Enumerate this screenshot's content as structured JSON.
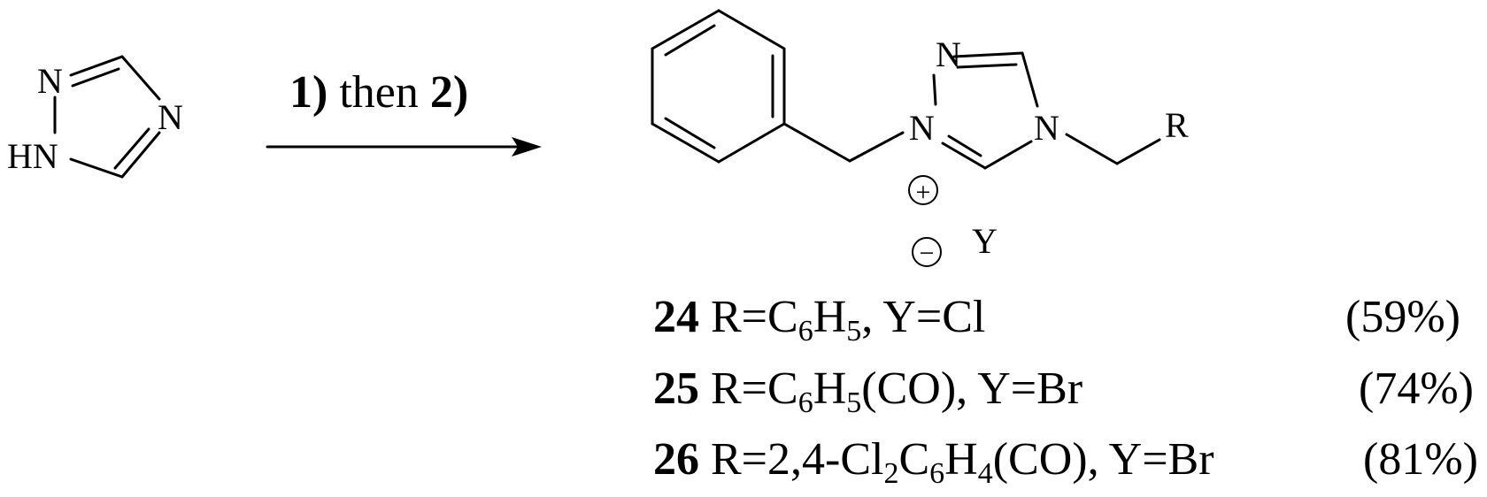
{
  "reactant": {
    "atoms": {
      "n1": "N",
      "n2": "N",
      "hn": "HN"
    }
  },
  "arrow": {
    "step1": "1)",
    "then": " then ",
    "step2": "2)"
  },
  "product": {
    "atoms": {
      "n_top": "N",
      "n_left": "N",
      "n_right": "N",
      "r": "R",
      "y": "Y"
    },
    "charges": {
      "plus": "+",
      "minus": "−"
    }
  },
  "compounds": [
    {
      "id": "24",
      "r_formula": "R=C",
      "sub1": "6",
      "mid": "H",
      "sub2": "5",
      "rest": ", Y=Cl",
      "yield": "(59%)"
    },
    {
      "id": "25",
      "r_formula": "R=C",
      "sub1": "6",
      "mid": "H",
      "sub2": "5",
      "rest": "(CO), Y=Br",
      "yield": "(74%)"
    },
    {
      "id": "26",
      "r_formula": "R=2,4-Cl",
      "sub0": "2",
      "c": "C",
      "sub1": "6",
      "mid": "H",
      "sub2": "4",
      "rest": "(CO), Y=Br",
      "yield": "(81%)"
    }
  ]
}
